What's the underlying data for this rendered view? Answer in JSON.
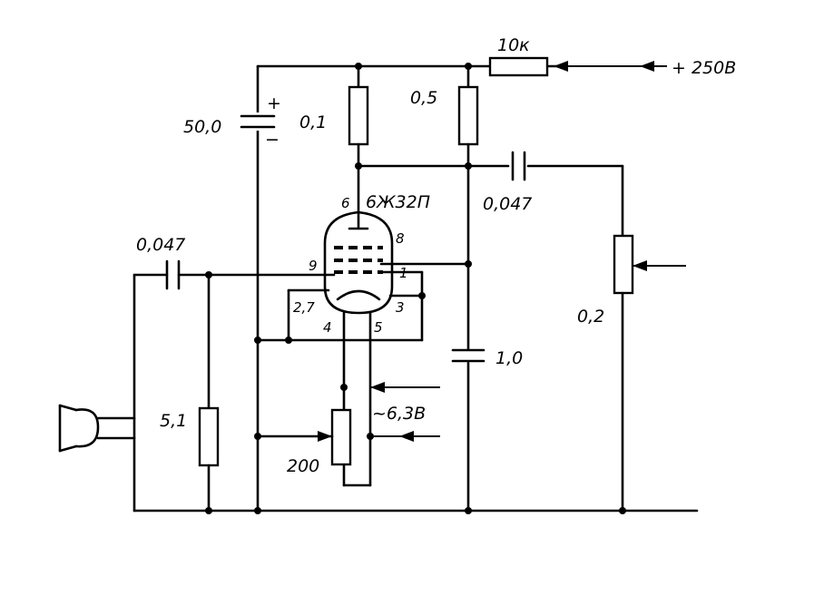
{
  "labels": {
    "r_10k": "10к",
    "supply": "+ 250В",
    "c_50": "50,0",
    "c_50_plus": "+",
    "c_50_minus": "−",
    "r_01": "0,1",
    "r_05": "0,5",
    "tube_type": "6Ж32П",
    "c_out": "0,047",
    "c_in": "0,047",
    "pot_out": "0,2",
    "c_1": "1,0",
    "heater": "~6,3В",
    "r_51": "5,1",
    "pot_200": "200",
    "r_27": "2,7"
  },
  "pins": {
    "p6": "6",
    "p8": "8",
    "p9": "9",
    "p1": "1",
    "p3": "3",
    "p4": "4",
    "p5": "5"
  }
}
